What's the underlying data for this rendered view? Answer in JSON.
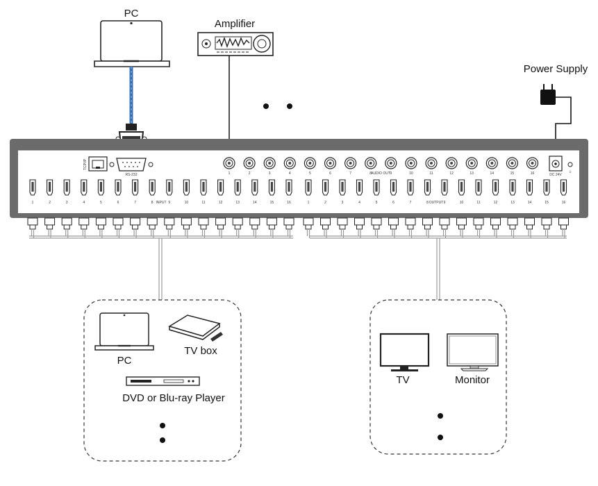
{
  "top": {
    "pc_label": "PC",
    "amplifier_label": "Amplifier",
    "power_supply_label": "Power Supply"
  },
  "panel": {
    "tcp_ip_label": "TCP/IP",
    "rs232_label": "RS-232",
    "input_label": "INPUT",
    "output_label": "OUTPUT",
    "audio_out_label": "AUDIO OUT",
    "dc_label": "DC 24V",
    "ground_symbol": "⏚",
    "audio_numbers": [
      "1",
      "2",
      "3",
      "4",
      "5",
      "6",
      "7",
      "8",
      "9",
      "10",
      "11",
      "12",
      "13",
      "14",
      "15",
      "16"
    ],
    "input_numbers": [
      "1",
      "2",
      "3",
      "4",
      "5",
      "6",
      "7",
      "8",
      "9",
      "10",
      "11",
      "12",
      "13",
      "14",
      "15",
      "16"
    ],
    "output_numbers": [
      "1",
      "2",
      "3",
      "4",
      "5",
      "6",
      "7",
      "8",
      "9",
      "10",
      "11",
      "12",
      "13",
      "14",
      "15",
      "16"
    ]
  },
  "sources": {
    "pc_label": "PC",
    "tv_box_label": "TV box",
    "player_label": "DVD or Blu-ray Player"
  },
  "displays": {
    "tv_label": "TV",
    "monitor_label": "Monitor"
  },
  "colors": {
    "panel_frame": "#6b6b6b",
    "panel_face": "#ffffff",
    "line": "#222222",
    "rs232_cable": "#3a6fb5",
    "cable": "#9a9a9a"
  }
}
